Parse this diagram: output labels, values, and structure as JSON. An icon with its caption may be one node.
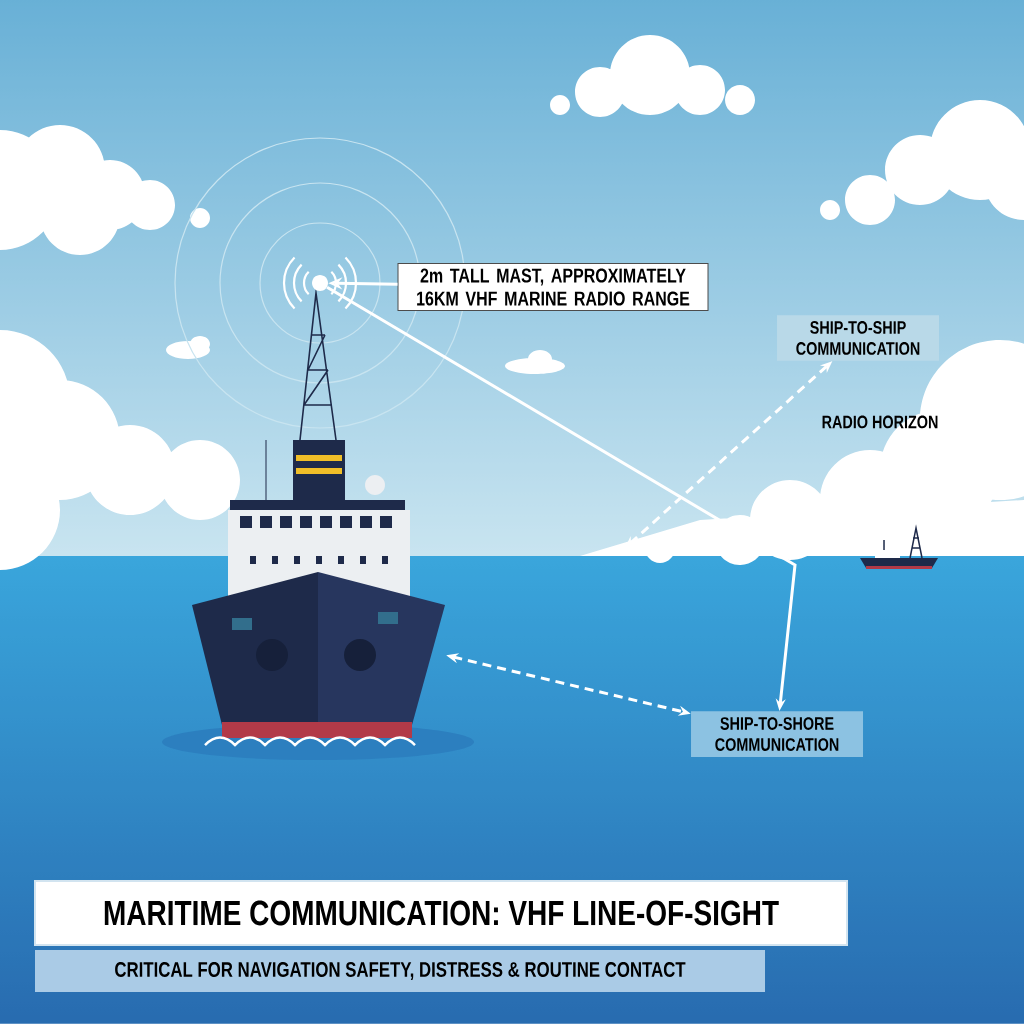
{
  "diagram": {
    "title": "MARITIME COMMUNICATION: VHF LINE-OF-SIGHT",
    "caption": "CRITICAL FOR NAVIGATION SAFETY, DISTRESS & ROUTINE CONTACT",
    "nodes": [
      {
        "text": [
          "2m TALL MAST, APPROXIMATELY 16KM VHF MARINE RADIO RANGE"
        ]
      },
      {
        "text": [],
        "shape": "circle"
      },
      {
        "text": [
          "SHIP-TO-SHIP COMMUNICATION"
        ]
      },
      {
        "text": [
          "SHIP-TO-SHORE COMMUNICATION"
        ]
      },
      {
        "text": [],
        "shape": "picture"
      }
    ],
    "edges": [
      {
        "from": 0,
        "to": 1,
        "arrow": "to"
      },
      {
        "from": null,
        "to": 2,
        "arrow": "both",
        "style": "dashed"
      },
      {
        "from": 1,
        "to": 3,
        "arrow": "to"
      },
      {
        "from": 4,
        "to": 3,
        "arrow": "both",
        "style": "dashed"
      }
    ],
    "labels": [
      "RADIO HORIZON"
    ]
  }
}
